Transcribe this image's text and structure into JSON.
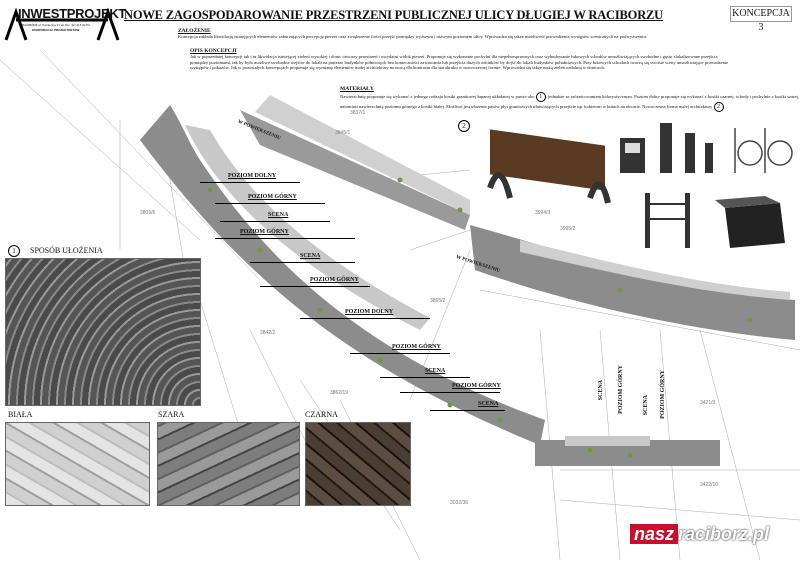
{
  "logo": {
    "name": "INWESTPROJEKT",
    "address": "RACIBÓRZ ul. Kamienna 21 tel./fax. 32/ 415 02 54",
    "tagline": "KORPORACJA PROJEKTANTÓW"
  },
  "title": "NOWE ZAGOSPODAROWANIE PRZESTRZENI PUBLICZNEJ ULICY DŁUGIEJ W RACIBORZU",
  "badge": "KONCEPCJA 3",
  "sections": {
    "zalozenie": {
      "heading": "ZAŁOŻENIE",
      "text": "Koncepcja zakłada likwidację istniejących elementów zaburzających percepcję pierzei oraz zwiększenie ilości przejść pomiędzy wyższym i niższym poziomem ulicy.  Wprowadza się także możliwość prowadzenia występów scenicznych na podwyższeniu."
    },
    "opis": {
      "heading": "OPIS KONCEPCJI",
      "text": "Jak w poprzedniej koncepcji tak i tu likwidacja istniejącej zieleni wysokiej i donic otworzy przestrzeń i uwydatni widok pierzei. Proponuje się wykonanie pochylni dla niepełnosprawnych oraz wybudowanie łukowych schodów umożliwiających swobodne i gęsto zlokalizowane przejścia pomiędzy poziomami, tak by było możliwe swobodne wejście do lokali na parterze budynków północnych  bez konieczności zawracania lub przejścia dużych odcinków by dojść do lokali budynków południowych. Przy łukowych schodach tworzą się swoiste sceny umożliwiające prowadzenie występów i pokazów. Jak w pozostałych koncepcjach proponuje się wymianę elementów małej architektury na nową dla kontrastu dla starobruku w nowoczesnej formie.  Wprowadza się także niską zieleń ozdobną  w donicach."
    },
    "materialy": {
      "heading": "MATERIAŁY",
      "text1": "Nawierzchnię proponuje się wykonać z jednego rodzaju kostki granitowej łupanej układanej w pawie oko",
      "text2": ", jednakże ze zróżnicowaniem kolorystycznym. Poziom dolny proponuje się wykonać z kostki czarnej, schody i pochylnie z kostki szarej, natomiast nawierzchnię poziomu górnego z kostki białej. Możliwe jest ułożenie pasów płyt granitowych ułatwiających przejście np. kobietom  w butach na obcasie. Nowoczesna forma małej architektury",
      "ref1": "1",
      "ref2": "2"
    }
  },
  "plan": {
    "enlargement_labels": [
      "W POWIĘKSZENIU",
      "W POWIĘKSZENIU"
    ],
    "level_labels": [
      "POZIOM DOLNY",
      "POZIOM GÓRNY",
      "SCENA",
      "POZIOM GÓRNY",
      "SCENA",
      "POZIOM GÓRNY",
      "POZIOM DOLNY",
      "POZIOM GÓRNY",
      "SCENA",
      "POZIOM GÓRNY",
      "SCENA"
    ],
    "vertical_labels": [
      "SCENA",
      "POZIOM GÓRNY",
      "SCENA",
      "POZIOM GÓRNY"
    ],
    "parcels": [
      "3837/1",
      "3845/1",
      "3994/3",
      "3995/2",
      "3805/6",
      "3865/2",
      "3842/2",
      "3862/19",
      "3032/36",
      "3421/3",
      "3422/10"
    ]
  },
  "furniture": {
    "marker": "2"
  },
  "laying": {
    "marker": "1",
    "caption": "SPOSÓB UŁOŻENIA"
  },
  "stones": [
    {
      "label": "BIAŁA"
    },
    {
      "label": "SZARA"
    },
    {
      "label": "CZARNA"
    }
  ],
  "watermark": {
    "part1": "nasz",
    "part2": "raciborz.pl"
  },
  "colors": {
    "street": "#8c8c8c",
    "upper": "#c8c8c8",
    "white_stone": "#d9d9d9",
    "grey_stone": "#8e8e8e",
    "black_stone": "#3a3028",
    "brand": "#c8102e"
  }
}
